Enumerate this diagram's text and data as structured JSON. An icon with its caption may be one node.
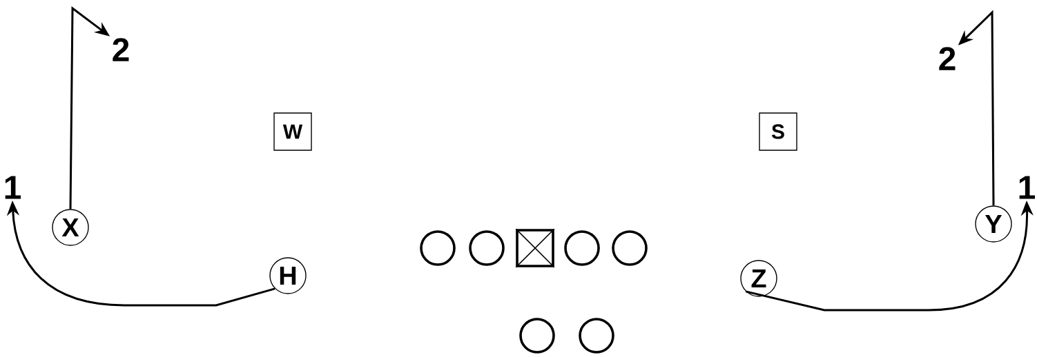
{
  "diagram": {
    "nodes": [
      {
        "text": [
          "2"
        ]
      },
      {
        "text": [
          "2"
        ]
      },
      {
        "text": [
          "W"
        ]
      },
      {
        "text": [
          "S"
        ]
      },
      {
        "text": [
          "1"
        ]
      },
      {
        "text": [
          "X"
        ]
      },
      {
        "text": [
          "1"
        ]
      },
      {
        "text": [
          "Y"
        ]
      },
      {
        "text": [],
        "shape": "circle"
      },
      {
        "text": [],
        "shape": "circle"
      },
      {
        "text": [],
        "shape": "box"
      },
      {
        "text": [],
        "shape": "circle"
      },
      {
        "text": [],
        "shape": "circle"
      },
      {
        "text": [
          "H"
        ]
      },
      {
        "text": [
          "Z"
        ]
      },
      {
        "text": [],
        "shape": "circle"
      },
      {
        "text": [],
        "shape": "circle"
      }
    ],
    "edges": [
      {
        "from": 5,
        "to": 0,
        "arrow": "to"
      },
      {
        "from": 7,
        "to": 1,
        "arrow": "to"
      },
      {
        "from": 13,
        "to": 4,
        "arrow": "to"
      },
      {
        "from": 14,
        "to": 6,
        "arrow": "to"
      }
    ]
  }
}
